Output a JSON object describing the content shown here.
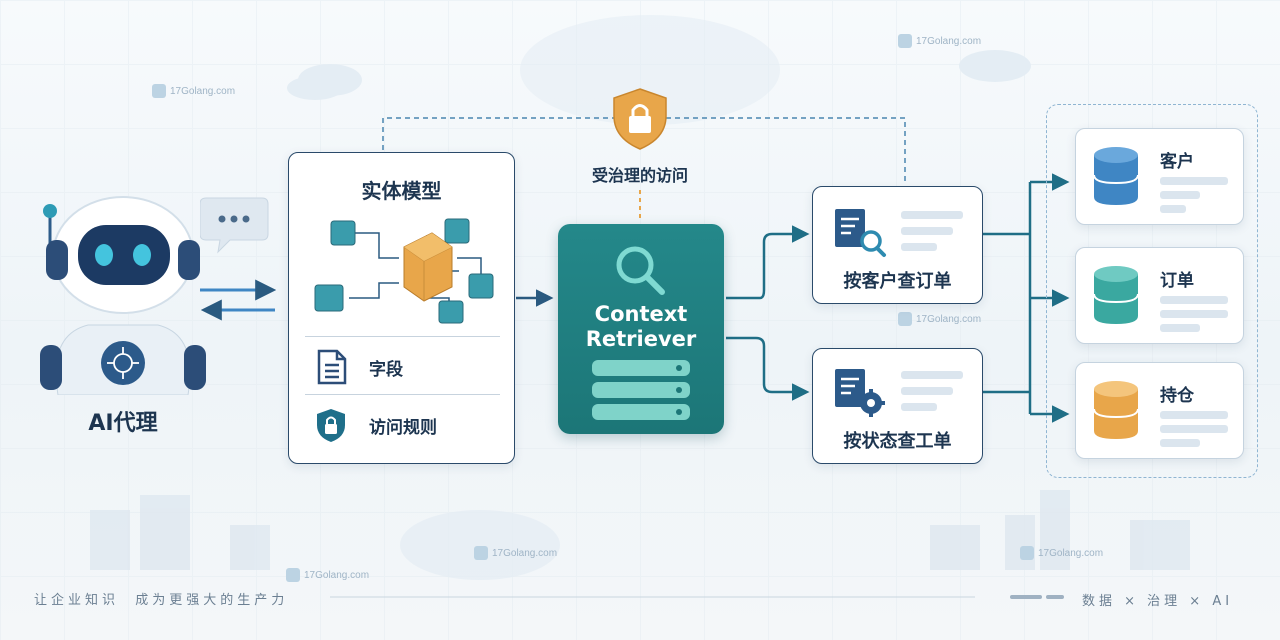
{
  "agent": {
    "label": "AI代理"
  },
  "entity_model": {
    "title": "实体模型",
    "items": [
      {
        "icon": "document-icon",
        "label": "字段"
      },
      {
        "icon": "shield-lock-icon",
        "label": "访问规则"
      }
    ]
  },
  "governed_access": {
    "label": "受治理的访问"
  },
  "retriever": {
    "title_line1": "Context",
    "title_line2": "Retriever"
  },
  "queries": [
    {
      "icon": "document-search-icon",
      "label": "按客户查订单"
    },
    {
      "icon": "document-gear-icon",
      "label": "按状态查工单"
    }
  ],
  "databases": [
    {
      "label": "客户",
      "color": "#3f86c4"
    },
    {
      "label": "订单",
      "color": "#3aa8a0"
    },
    {
      "label": "持仓",
      "color": "#e8a64a"
    }
  ],
  "footer": {
    "slogan": "让企业知识  成为更强大的生产力",
    "tagline": "数据 × 治理 × AI"
  },
  "watermark": {
    "text": "17Golang.com"
  },
  "colors": {
    "navy": "#1d3550",
    "teal": "#1f8a88",
    "orange": "#e8a64a",
    "blue": "#3f86c4"
  }
}
